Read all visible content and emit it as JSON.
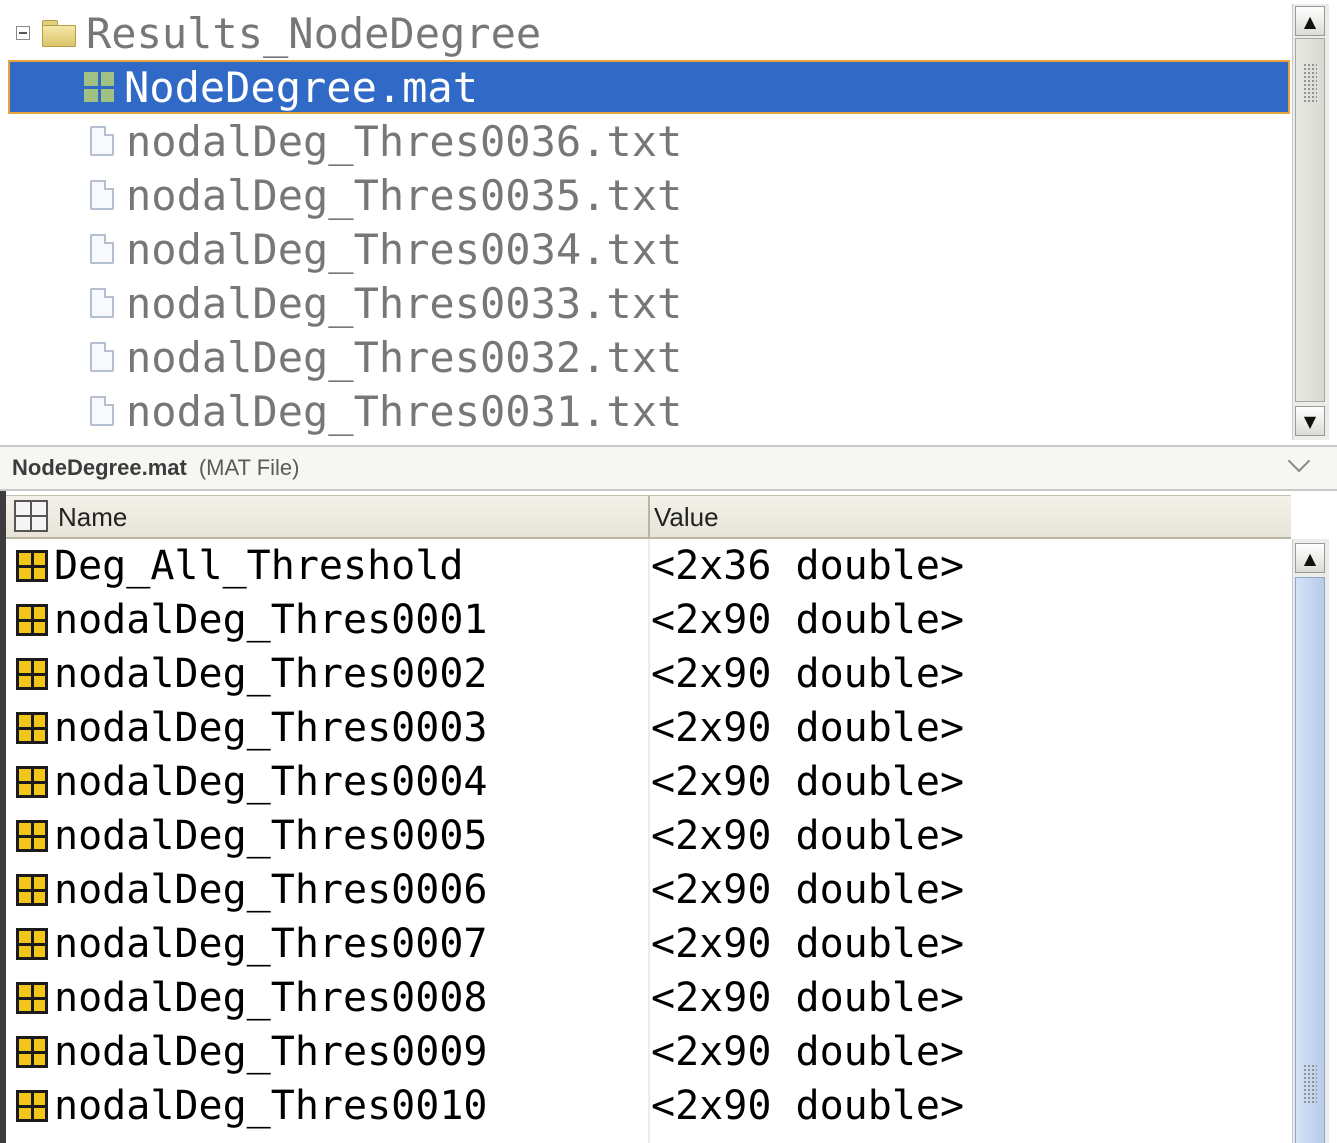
{
  "tree": {
    "folder_label": "Results_NodeDegree",
    "items": [
      {
        "label": "NodeDegree.mat",
        "kind": "mat",
        "selected": true
      },
      {
        "label": "nodalDeg_Thres0036.txt",
        "kind": "txt",
        "selected": false
      },
      {
        "label": "nodalDeg_Thres0035.txt",
        "kind": "txt",
        "selected": false
      },
      {
        "label": "nodalDeg_Thres0034.txt",
        "kind": "txt",
        "selected": false
      },
      {
        "label": "nodalDeg_Thres0033.txt",
        "kind": "txt",
        "selected": false
      },
      {
        "label": "nodalDeg_Thres0032.txt",
        "kind": "txt",
        "selected": false
      },
      {
        "label": "nodalDeg_Thres0031.txt",
        "kind": "txt",
        "selected": false
      }
    ]
  },
  "info_bar": {
    "file_name": "NodeDegree.mat",
    "file_type": "(MAT File)"
  },
  "variables": {
    "columns": {
      "name": "Name",
      "value": "Value"
    },
    "rows": [
      {
        "name": "Deg_All_Threshold",
        "value": "<2x36 double>"
      },
      {
        "name": "nodalDeg_Thres0001",
        "value": "<2x90 double>"
      },
      {
        "name": "nodalDeg_Thres0002",
        "value": "<2x90 double>"
      },
      {
        "name": "nodalDeg_Thres0003",
        "value": "<2x90 double>"
      },
      {
        "name": "nodalDeg_Thres0004",
        "value": "<2x90 double>"
      },
      {
        "name": "nodalDeg_Thres0005",
        "value": "<2x90 double>"
      },
      {
        "name": "nodalDeg_Thres0006",
        "value": "<2x90 double>"
      },
      {
        "name": "nodalDeg_Thres0007",
        "value": "<2x90 double>"
      },
      {
        "name": "nodalDeg_Thres0008",
        "value": "<2x90 double>"
      },
      {
        "name": "nodalDeg_Thres0009",
        "value": "<2x90 double>"
      },
      {
        "name": "nodalDeg_Thres0010",
        "value": "<2x90 double>"
      }
    ]
  },
  "colors": {
    "selection": "#3169c6",
    "selection_outline": "#e8a33a",
    "variable_icon": "#f2c51b",
    "mat_icon": "#8fb074"
  },
  "icons": {
    "folder": "folder-icon",
    "mat_file": "mat-file-icon",
    "txt_file": "document-icon",
    "variable": "matrix-variable-icon"
  }
}
